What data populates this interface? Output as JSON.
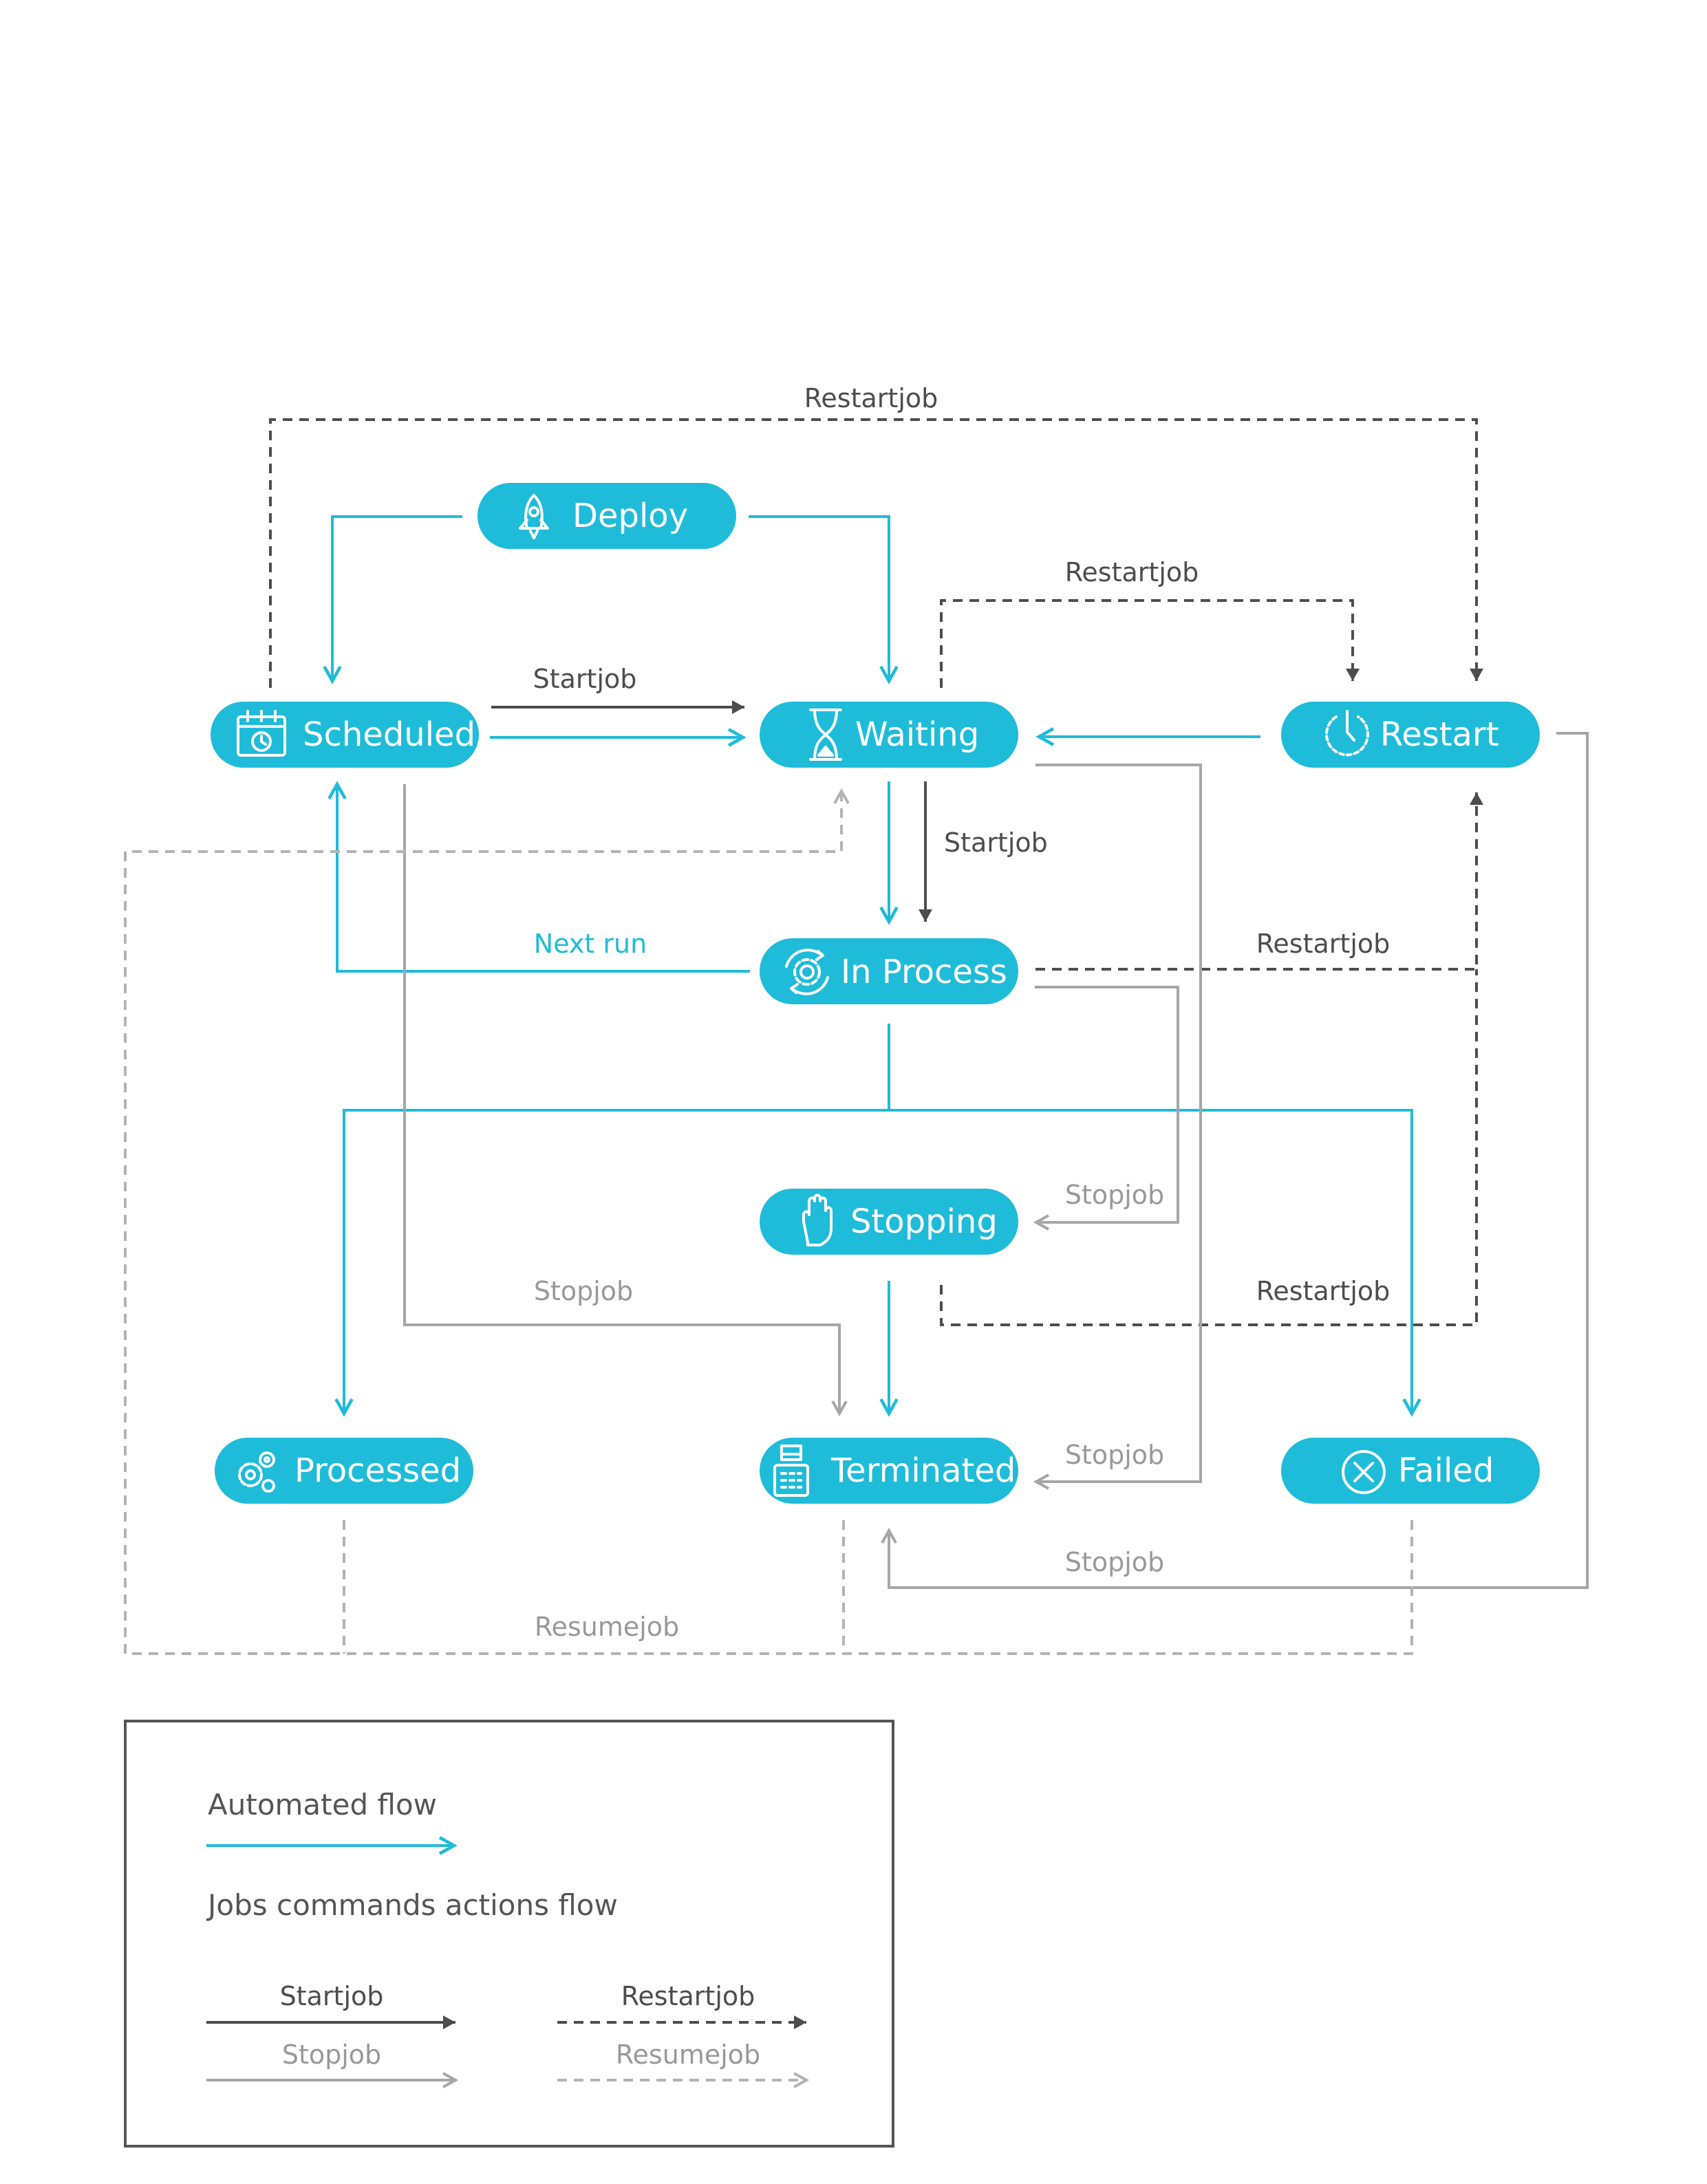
{
  "colors": {
    "automated": "#1fbcd9",
    "startjob": "#4d4d4d",
    "restartjob": "#4d4d4d",
    "stopjob": "#a6a6a6",
    "resumejob": "#b3b3b3",
    "node_fill": "#1fbcd9",
    "node_text": "#ffffff"
  },
  "nodes": {
    "deploy": {
      "label": "Deploy",
      "icon": "rocket-icon"
    },
    "scheduled": {
      "label": "Scheduled",
      "icon": "calendar-clock-icon"
    },
    "waiting": {
      "label": "Waiting",
      "icon": "hourglass-icon"
    },
    "restart": {
      "label": "Restart",
      "icon": "power-restart-icon"
    },
    "in_process": {
      "label": "In Process",
      "icon": "gear-cycle-icon"
    },
    "stopping": {
      "label": "Stopping",
      "icon": "hand-stop-icon"
    },
    "processed": {
      "label": "Processed",
      "icon": "gears-icon"
    },
    "terminated": {
      "label": "Terminated",
      "icon": "register-icon"
    },
    "failed": {
      "label": "Failed",
      "icon": "x-circle-icon"
    }
  },
  "edge_labels": {
    "restart_top": "Restartjob",
    "restart_waiting": "Restartjob",
    "startjob_sched_wait": "Startjob",
    "startjob_wait_inproc": "Startjob",
    "next_run": "Next run",
    "restart_inproc": "Restartjob",
    "stopjob_inproc_stopping": "Stopjob",
    "stopjob_sched_term": "Stopjob",
    "restart_stopping": "Restartjob",
    "stopjob_wait_term": "Stopjob",
    "stopjob_restart_term": "Stopjob",
    "resumejob": "Resumejob"
  },
  "legend": {
    "automated": "Automated flow",
    "commands": "Jobs commands actions flow",
    "startjob": "Startjob",
    "stopjob": "Stopjob",
    "restartjob": "Restartjob",
    "resumejob": "Resumejob"
  }
}
